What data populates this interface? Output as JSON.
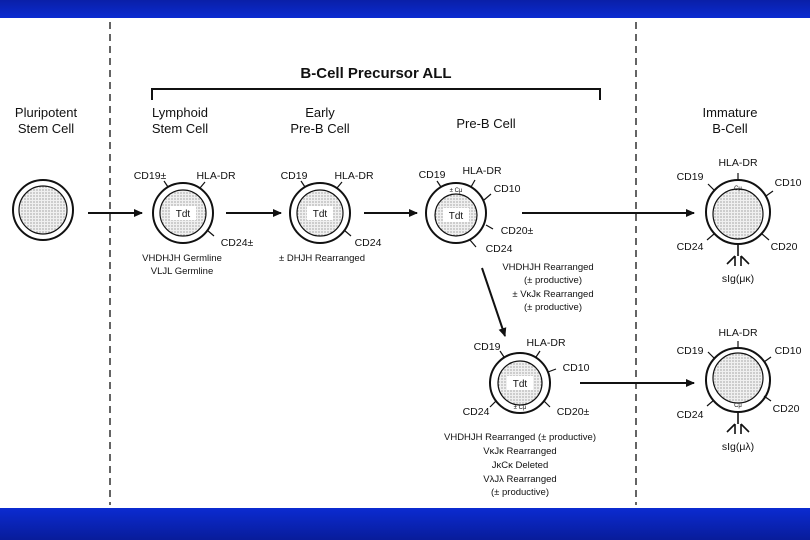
{
  "title": "B-Cell Precursor ALL",
  "stages": {
    "pluripotent": [
      "Pluripotent",
      "Stem Cell"
    ],
    "lymphoid": [
      "Lymphoid",
      "Stem Cell"
    ],
    "early_pre_b": [
      "Early",
      "Pre-B Cell"
    ],
    "pre_b": "Pre-B Cell",
    "immature": [
      "Immature",
      "B-Cell"
    ]
  },
  "cells": {
    "lymphoid": {
      "tdt": "Tdt",
      "markers": [
        "CD19±",
        "HLA-DR",
        "CD24±"
      ],
      "notes": [
        "VHDHJH Germline",
        "VLJL Germline"
      ]
    },
    "early_pre_b": {
      "tdt": "Tdt",
      "markers": [
        "CD19",
        "HLA-DR",
        "CD24"
      ],
      "notes": [
        "± DHJH Rearranged"
      ]
    },
    "pre_b": {
      "tdt": "Tdt",
      "cmu": "± Cμ",
      "markers": [
        "CD19",
        "HLA-DR",
        "CD10",
        "CD20±",
        "CD24"
      ],
      "notes": [
        "VHDHJH Rearranged",
        "(± productive)",
        "± VκJκ Rearranged",
        "(± productive)"
      ]
    },
    "pre_b_lambda": {
      "tdt": "Tdt",
      "cmu": "± Cμ",
      "markers": [
        "CD19",
        "HLA-DR",
        "CD10",
        "CD24",
        "CD20±"
      ],
      "notes": [
        "VHDHJH Rearranged (± productive)",
        "VκJκ Rearranged",
        "JκCκ Deleted",
        "VλJλ Rearranged",
        "(± productive)"
      ]
    },
    "immature_kappa": {
      "cmu": "Cμ",
      "markers": [
        "HLA-DR",
        "CD19",
        "CD10",
        "CD24",
        "CD20"
      ],
      "sig": "sIg(μκ)"
    },
    "immature_lambda": {
      "cmu": "Cμ",
      "markers": [
        "HLA-DR",
        "CD19",
        "CD10",
        "CD24",
        "CD20"
      ],
      "sig": "sIg(μλ)"
    }
  },
  "colors": {
    "band": "#0b2bd1",
    "ink": "#111111",
    "stipple": "#d9d9d9"
  }
}
